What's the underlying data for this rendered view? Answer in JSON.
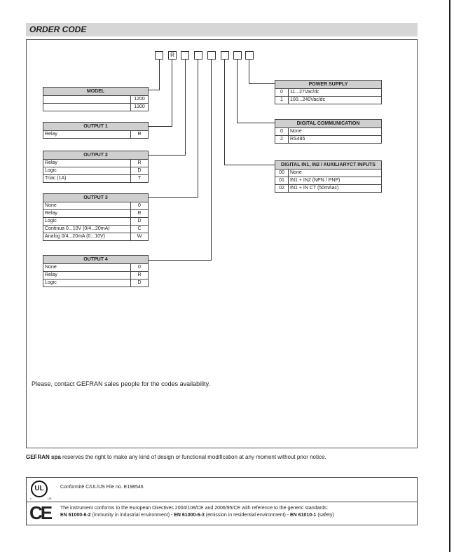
{
  "section": {
    "title": "ORDER CODE"
  },
  "code_boxes": [
    "",
    "R",
    "",
    "",
    "",
    "",
    "",
    ""
  ],
  "model": {
    "title": "MODEL",
    "rows": [
      {
        "label": "",
        "code": "1200"
      },
      {
        "label": "",
        "code": "1300"
      }
    ]
  },
  "output1": {
    "title": "OUTPUT 1",
    "rows": [
      {
        "label": "Relay",
        "code": "R"
      }
    ]
  },
  "output2": {
    "title": "OUTPUT 2",
    "rows": [
      {
        "label": "Relay",
        "code": "R"
      },
      {
        "label": "Logic",
        "code": "D"
      },
      {
        "label": "Triac (1A)",
        "code": "T"
      }
    ]
  },
  "output3": {
    "title": "OUTPUT 3",
    "rows": [
      {
        "label": "None",
        "code": "0"
      },
      {
        "label": "Relay",
        "code": "R"
      },
      {
        "label": "Logic",
        "code": "D"
      },
      {
        "label": "Continua  0...10V (0/4...20mA)",
        "code": "C"
      },
      {
        "label": "Analog 0/4...20mA (0...10V)",
        "code": "W"
      }
    ]
  },
  "output4": {
    "title": "OUTPUT 4",
    "rows": [
      {
        "label": "None",
        "code": "0"
      },
      {
        "label": "Relay",
        "code": "R"
      },
      {
        "label": "Logic",
        "code": "D"
      }
    ]
  },
  "power_supply": {
    "title": "POWER SUPPLY",
    "rows": [
      {
        "code": "0",
        "label": "11...27Vac/dc"
      },
      {
        "code": "1",
        "label": "100...240Vac/dc"
      }
    ]
  },
  "digital_comm": {
    "title": "DIGITAL COMMUNICATION",
    "rows": [
      {
        "code": "0",
        "label": "None"
      },
      {
        "code": "2",
        "label": "RS485"
      }
    ]
  },
  "digital_inputs": {
    "title": "DIGITAL IN1, IN2 / AUXILIARYCT INPUTS",
    "rows": [
      {
        "code": "00",
        "label": "None"
      },
      {
        "code": "01",
        "label": "IN1 + IN2 (NPN / PNP)"
      },
      {
        "code": "02",
        "label": "IN1 + IN CT (50mAac)"
      }
    ]
  },
  "contact_note": "Please, contact GEFRAN sales people for the codes availability.",
  "notice": {
    "company": "GEFRAN spa",
    "text": " reserves the right to make any kind of design or functional modification at any moment without prior notice."
  },
  "cert": {
    "ul_logo": "UL",
    "ul_c": "c",
    "ul_us": "US",
    "ul_text": "Conformité C/UL/US File no. E198546",
    "ce_logo": "CE",
    "ce_text1": "The instrument conforms to the European Directives 2004/108/CE and 2006/95/CE with reference to the generic standards:",
    "ce_std1": "EN 61000-6-2",
    "ce_std1_note": " (immunity in industrial environment) - ",
    "ce_std2": "EN 61000-6-3",
    "ce_std2_note": " (emission in residential environment) - ",
    "ce_std3": "EN 61010-1",
    "ce_std3_note": " (safety)"
  }
}
